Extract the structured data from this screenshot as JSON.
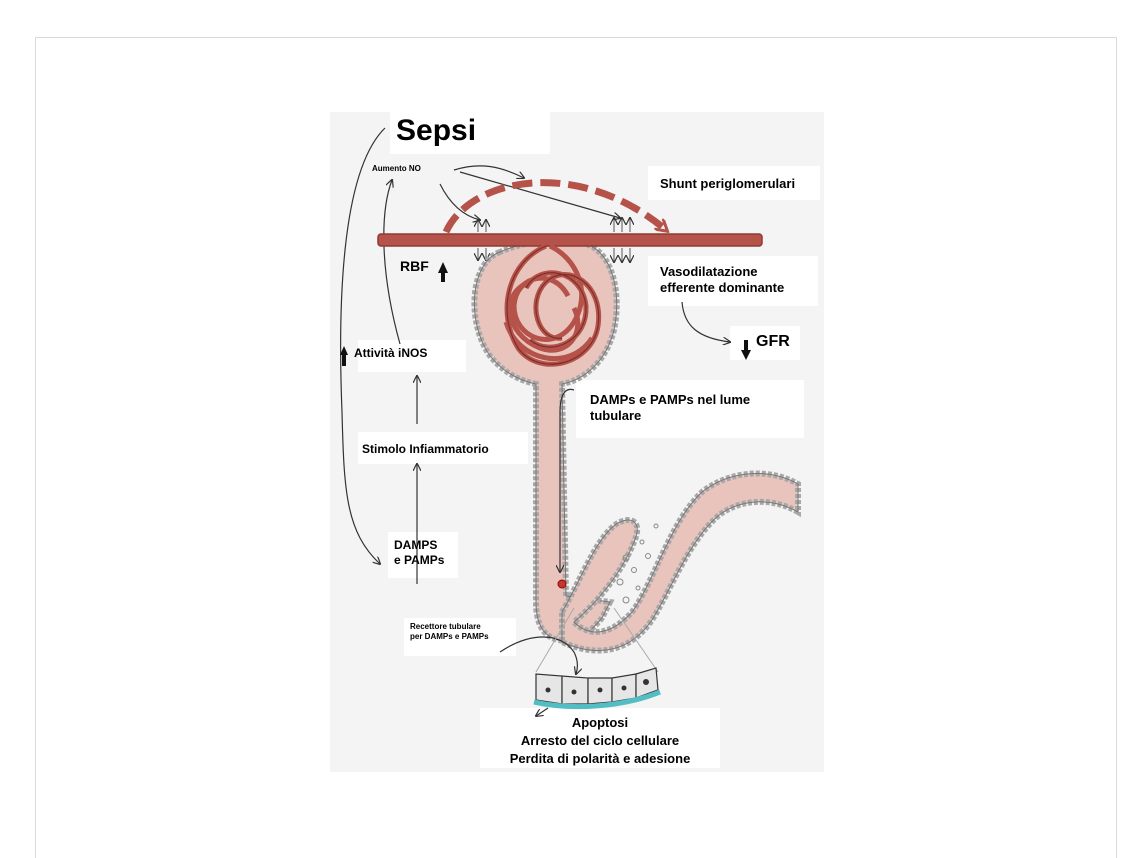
{
  "diagram": {
    "title": "Sepsi",
    "labels": {
      "aumento_no": "Aumento NO",
      "shunt": "Shunt periglomerulari",
      "rbf": "RBF",
      "vasodilatazione_1": "Vasodilatazione",
      "vasodilatazione_2": "efferente dominante",
      "gfr": "GFR",
      "attivita_inos": "Attività iNOS",
      "damps_lume_1": "DAMPs e PAMPs nel lume",
      "damps_lume_2": "tubulare",
      "stimolo": "Stimolo Infiammatorio",
      "damps_1": "DAMPS",
      "damps_2": "e PAMPs",
      "recettore_1": "Recettore tubulare",
      "recettore_2": "per DAMPs e PAMPs",
      "outcome_1": "Apoptosi",
      "outcome_2": "Arresto del ciclo cellulare",
      "outcome_3": "Perdita di polarità e adesione"
    },
    "colors": {
      "vessel": "#b5524a",
      "vessel_dark": "#8e3a33",
      "tubule_fill": "#e8c4bd",
      "tubule_edge": "#a8a8a8",
      "membrane": "#53bdc4"
    }
  }
}
